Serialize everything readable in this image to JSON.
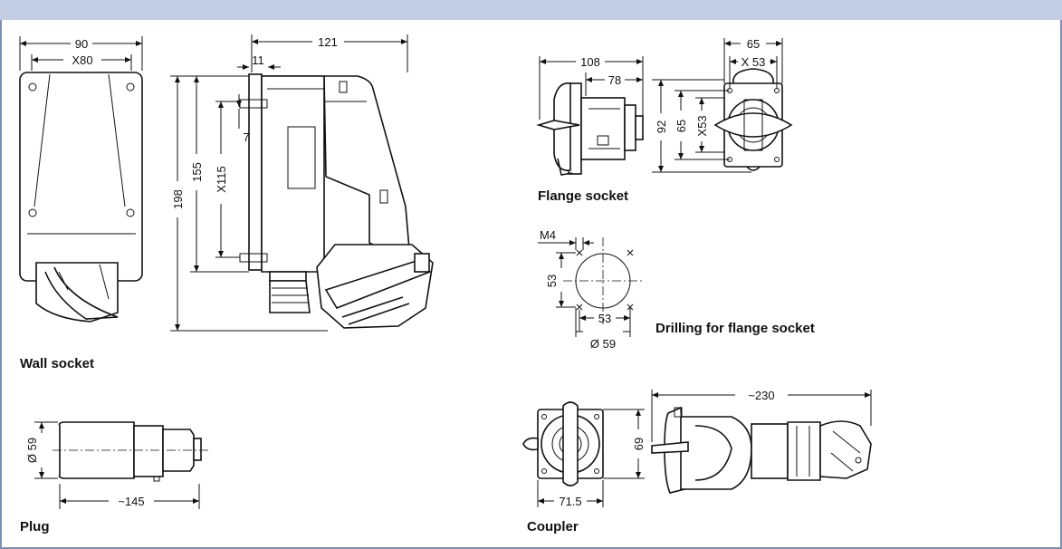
{
  "labels": {
    "wall_socket": "Wall socket",
    "plug": "Plug",
    "flange_socket": "Flange socket",
    "drilling": "Drilling for flange socket",
    "coupler": "Coupler"
  },
  "dims": {
    "wall_w90": "90",
    "wall_x80": "X80",
    "wall_121": "121",
    "wall_11": "11",
    "wall_7": "7",
    "wall_198": "198",
    "wall_155": "155",
    "wall_x115": "X115",
    "flange_108": "108",
    "flange_78": "78",
    "flange_65w": "65",
    "flange_x53w": "X 53",
    "flange_92": "92",
    "flange_65h": "65",
    "flange_x53h": "X53",
    "drill_m4": "M4",
    "drill_53v": "53",
    "drill_53h": "53",
    "drill_d59": "Ø 59",
    "plug_d59": "Ø 59",
    "plug_145": "~145",
    "coupler_230": "~230",
    "coupler_69": "69",
    "coupler_715": "71.5"
  },
  "colors": {
    "header_bar": "#c3cde3",
    "frame": "#7c8fb5"
  }
}
